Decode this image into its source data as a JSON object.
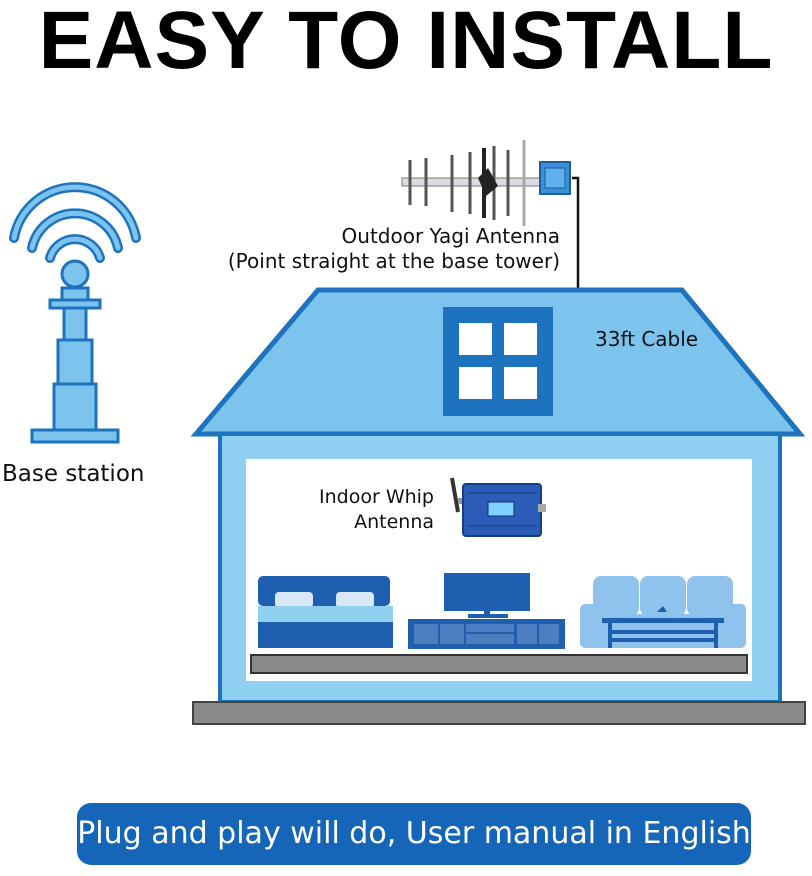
{
  "title": "EASY TO INSTALL",
  "labels": {
    "base_station": "Base station",
    "yagi_line1": "Outdoor Yagi Antenna",
    "yagi_line2": "(Point straight at the base tower)",
    "cable": "33ft Cable",
    "whip_line1": "Indoor Whip",
    "whip_line2": "Antenna"
  },
  "banner": "Plug and play will do, User manual in English",
  "colors": {
    "house_blue": "#1e73be",
    "roof_fill": "#7cc4ee",
    "wall_fill": "#8fd0f3",
    "interior": "#ffffff",
    "furniture": "#1f5fb0",
    "floor": "#8a8a8a",
    "banner": "#1565b8"
  },
  "icons": [
    "signal-waves-icon",
    "base-station-tower-icon",
    "yagi-antenna-icon",
    "signal-booster-icon",
    "bed-icon",
    "tv-stand-icon",
    "sofa-icon"
  ]
}
